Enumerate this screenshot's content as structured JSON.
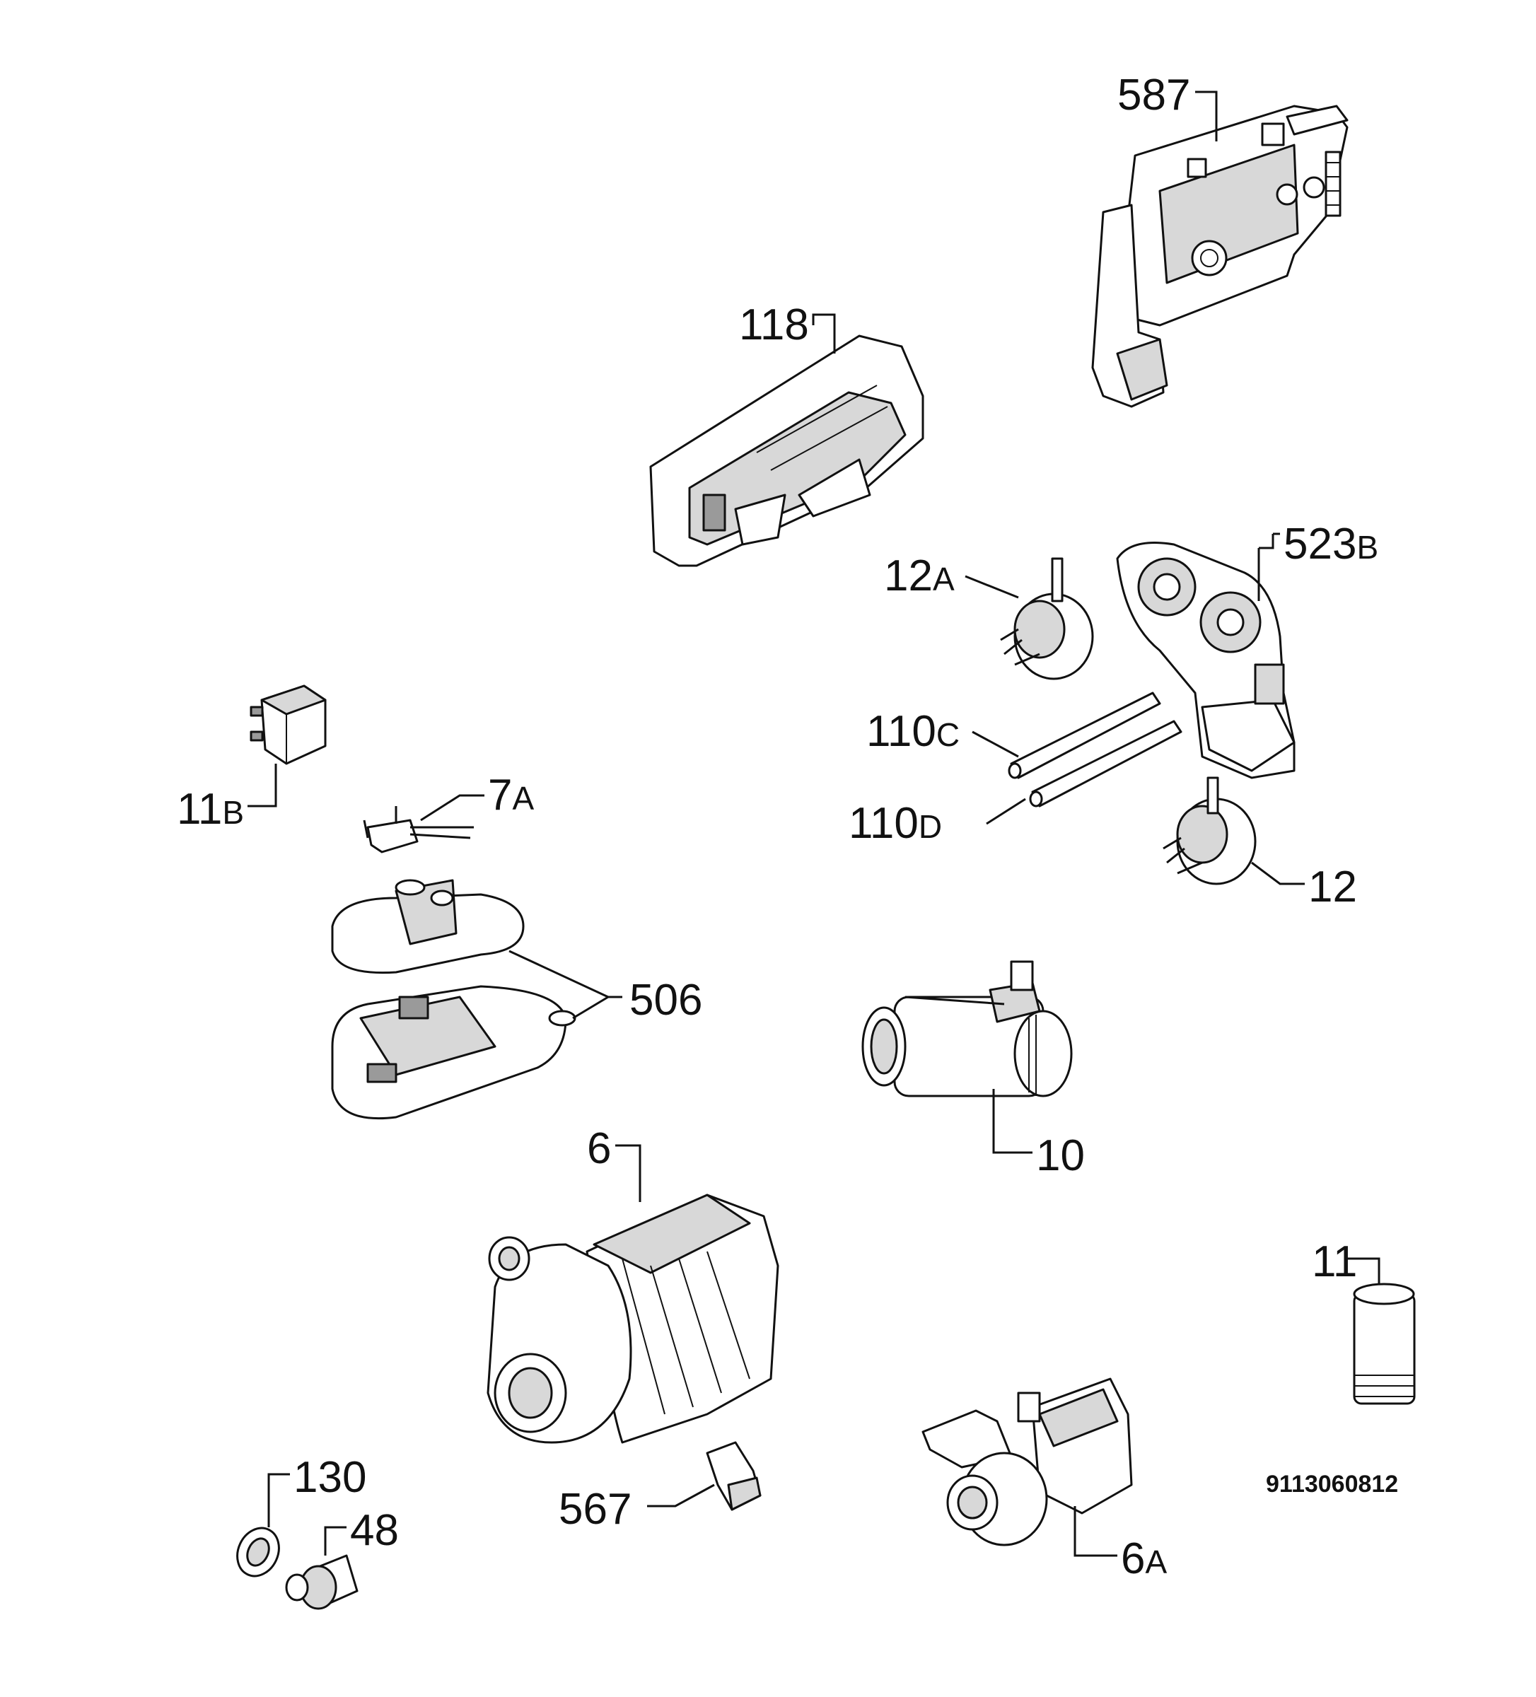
{
  "labels": {
    "p587": {
      "num": "587",
      "suf": ""
    },
    "p118": {
      "num": "118",
      "suf": ""
    },
    "p523b": {
      "num": "523",
      "suf": "B"
    },
    "p12a": {
      "num": "12",
      "suf": "A"
    },
    "p110c": {
      "num": "110",
      "suf": "C"
    },
    "p110d": {
      "num": "110",
      "suf": "D"
    },
    "p12": {
      "num": "12",
      "suf": ""
    },
    "p11b": {
      "num": "11",
      "suf": "B"
    },
    "p7a": {
      "num": "7",
      "suf": "A"
    },
    "p506": {
      "num": "506",
      "suf": ""
    },
    "p10": {
      "num": "10",
      "suf": ""
    },
    "p6": {
      "num": "6",
      "suf": ""
    },
    "p11": {
      "num": "11",
      "suf": ""
    },
    "p130": {
      "num": "130",
      "suf": ""
    },
    "p48": {
      "num": "48",
      "suf": ""
    },
    "p567": {
      "num": "567",
      "suf": ""
    },
    "p6a": {
      "num": "6",
      "suf": "A"
    }
  },
  "drawing_code": "9113060812"
}
